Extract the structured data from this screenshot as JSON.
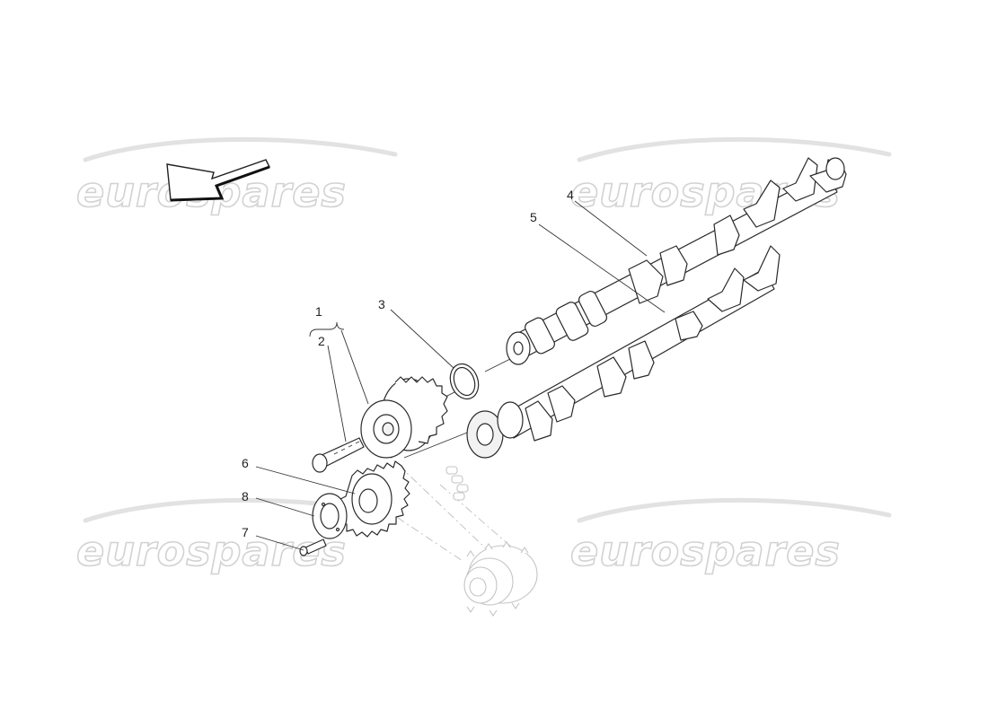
{
  "watermark": {
    "text": "eurospares"
  },
  "callouts": [
    {
      "id": "1",
      "label": "1"
    },
    {
      "id": "2",
      "label": "2"
    },
    {
      "id": "3",
      "label": "3"
    },
    {
      "id": "4",
      "label": "4"
    },
    {
      "id": "5",
      "label": "5"
    },
    {
      "id": "6",
      "label": "6"
    },
    {
      "id": "7",
      "label": "7"
    },
    {
      "id": "8",
      "label": "8"
    }
  ],
  "colors": {
    "line": "#2a2a2a",
    "ghost": "#c4c4c4",
    "watermark": "#d2d2d2"
  },
  "icons": {
    "direction": "direction-arrow-icon"
  }
}
